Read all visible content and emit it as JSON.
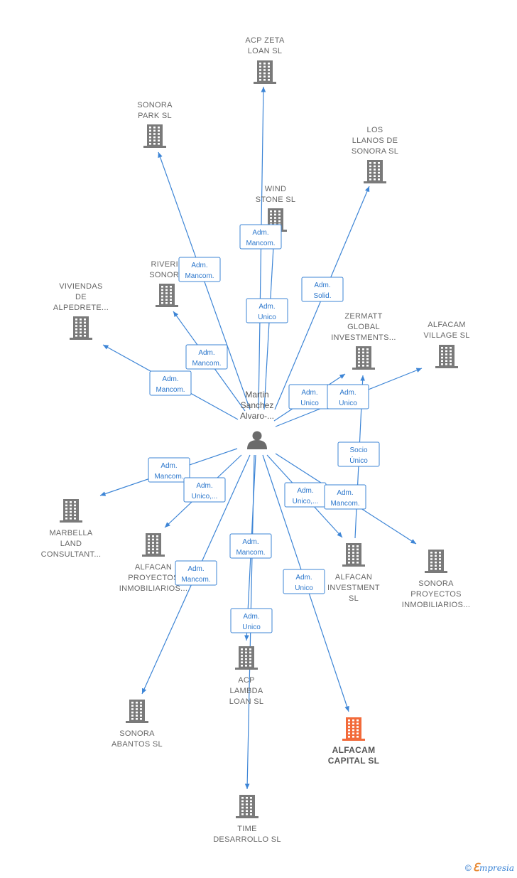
{
  "colors": {
    "edge": "#3d85d6",
    "building": "#7a7a7a",
    "building_highlight": "#f26a3a",
    "person": "#6b6b6b"
  },
  "center": {
    "label": [
      "Martin",
      "Sanchez",
      "Alvaro-..."
    ],
    "icon": "person-icon"
  },
  "nodes": [
    {
      "id": "acp-zeta-loan",
      "label": [
        "ACP ZETA",
        "LOAN  SL"
      ]
    },
    {
      "id": "sonora-park",
      "label": [
        "SONORA",
        "PARK  SL"
      ]
    },
    {
      "id": "los-llanos",
      "label": [
        "LOS",
        "LLANOS DE",
        "SONORA  SL"
      ]
    },
    {
      "id": "wind-stone",
      "label": [
        "WIND",
        "STONE  SL"
      ]
    },
    {
      "id": "riveri",
      "label": [
        "RIVERI1",
        "SONORA"
      ]
    },
    {
      "id": "viviendas",
      "label": [
        "VIVIENDAS",
        "DE",
        "ALPEDRETE..."
      ]
    },
    {
      "id": "zermatt",
      "label": [
        "ZERMATT",
        "GLOBAL",
        "INVESTMENTS..."
      ]
    },
    {
      "id": "alfacam-village",
      "label": [
        "ALFACAM",
        "VILLAGE  SL"
      ]
    },
    {
      "id": "marbella",
      "label": [
        "MARBELLA",
        "LAND",
        "CONSULTANT..."
      ]
    },
    {
      "id": "alfacan-proyectos",
      "label": [
        "ALFACAN",
        "PROYECTOS",
        "INMOBILIARIOS..."
      ]
    },
    {
      "id": "alfacan-investment",
      "label": [
        "ALFACAN",
        "INVESTMENT",
        "SL"
      ]
    },
    {
      "id": "sonora-proyectos",
      "label": [
        "SONORA",
        "PROYECTOS",
        "INMOBILIARIOS..."
      ]
    },
    {
      "id": "acp-lambda",
      "label": [
        "ACP",
        "LAMBDA",
        "LOAN  SL"
      ]
    },
    {
      "id": "sonora-abantos",
      "label": [
        "SONORA",
        "ABANTOS  SL"
      ]
    },
    {
      "id": "alfacam-capital",
      "label": [
        "ALFACAM",
        "CAPITAL  SL"
      ],
      "highlight": true
    },
    {
      "id": "time-desarrollo",
      "label": [
        "TIME",
        "DESARROLLO SL"
      ]
    }
  ],
  "edges": [
    {
      "target": "acp-zeta-loan",
      "label": [
        "Adm.",
        "Mancom."
      ]
    },
    {
      "target": "sonora-park",
      "label": [
        "Adm.",
        "Mancom."
      ]
    },
    {
      "target": "los-llanos",
      "label": [
        "Adm.",
        "Solid."
      ]
    },
    {
      "target": "wind-stone",
      "label": [
        "Adm.",
        "Unico"
      ]
    },
    {
      "target": "riveri",
      "label": [
        "Adm.",
        "Mancom."
      ]
    },
    {
      "target": "viviendas",
      "label": [
        "Adm.",
        "Mancom."
      ]
    },
    {
      "target": "zermatt",
      "label": [
        "Adm.",
        "Unico"
      ]
    },
    {
      "target": "alfacam-village",
      "label": [
        "Adm.",
        "Unico"
      ]
    },
    {
      "target": "marbella",
      "label": [
        "Adm.",
        "Mancom."
      ]
    },
    {
      "target": "alfacan-proyectos",
      "label": [
        "Adm.",
        "Unico,..."
      ]
    },
    {
      "target": "alfacan-investment",
      "label": [
        "Adm.",
        "Unico,..."
      ]
    },
    {
      "target": "sonora-proyectos",
      "label": [
        "Adm.",
        "Mancom."
      ]
    },
    {
      "target": "acp-lambda",
      "label": [
        "Adm.",
        "Unico"
      ]
    },
    {
      "target": "sonora-abantos",
      "label": [
        "Adm.",
        "Mancom."
      ]
    },
    {
      "target": "alfacam-capital",
      "label": [
        "Adm.",
        "Unico"
      ]
    },
    {
      "target": "time-desarrollo",
      "label": [
        "Adm.",
        "Mancom."
      ]
    },
    {
      "target": "zermatt",
      "source": "alfacan-investment",
      "label": [
        "Socio",
        "Único"
      ]
    }
  ],
  "brand": {
    "copyright": "©",
    "e": "ℇ",
    "name": "mpresia"
  }
}
